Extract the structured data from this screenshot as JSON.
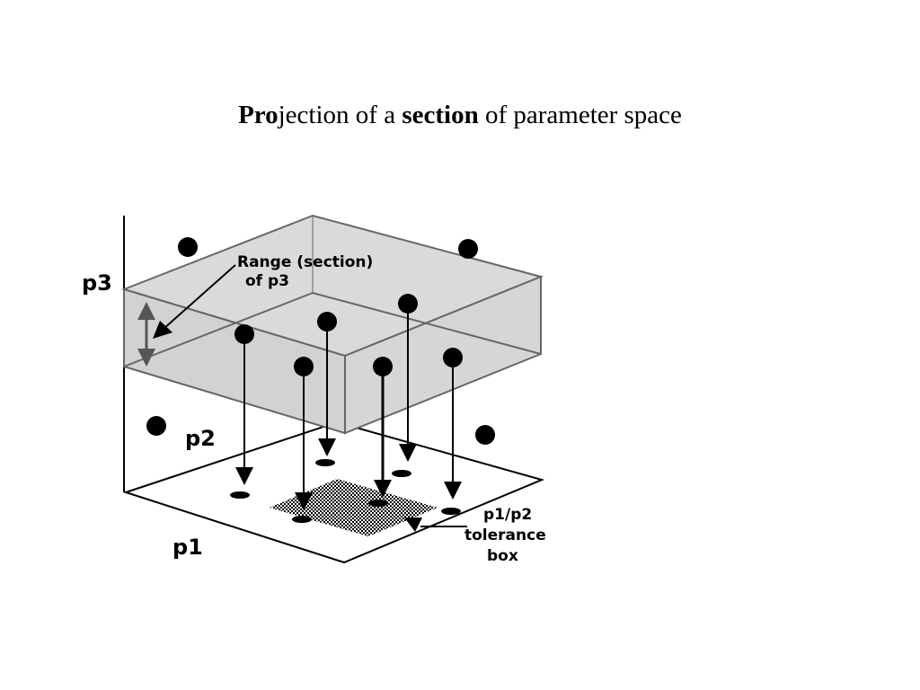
{
  "title": {
    "part1_bold": "Pro",
    "part2": "jection of a ",
    "part3_bold": "section",
    "part4": " of parameter space"
  },
  "diagram": {
    "axis_p1": "p1",
    "axis_p2": "p2",
    "axis_p3": "p3",
    "range_label_line1": "Range (section)",
    "range_label_line2": "of p3",
    "tolerance_label_line1": "p1/p2",
    "tolerance_label_line2": "tolerance",
    "tolerance_label_line3": "box",
    "colors": {
      "slab_fill": "#d9d9d9",
      "slab_edge": "#555555",
      "dot": "#000000",
      "range_arrow": "#555555"
    }
  }
}
